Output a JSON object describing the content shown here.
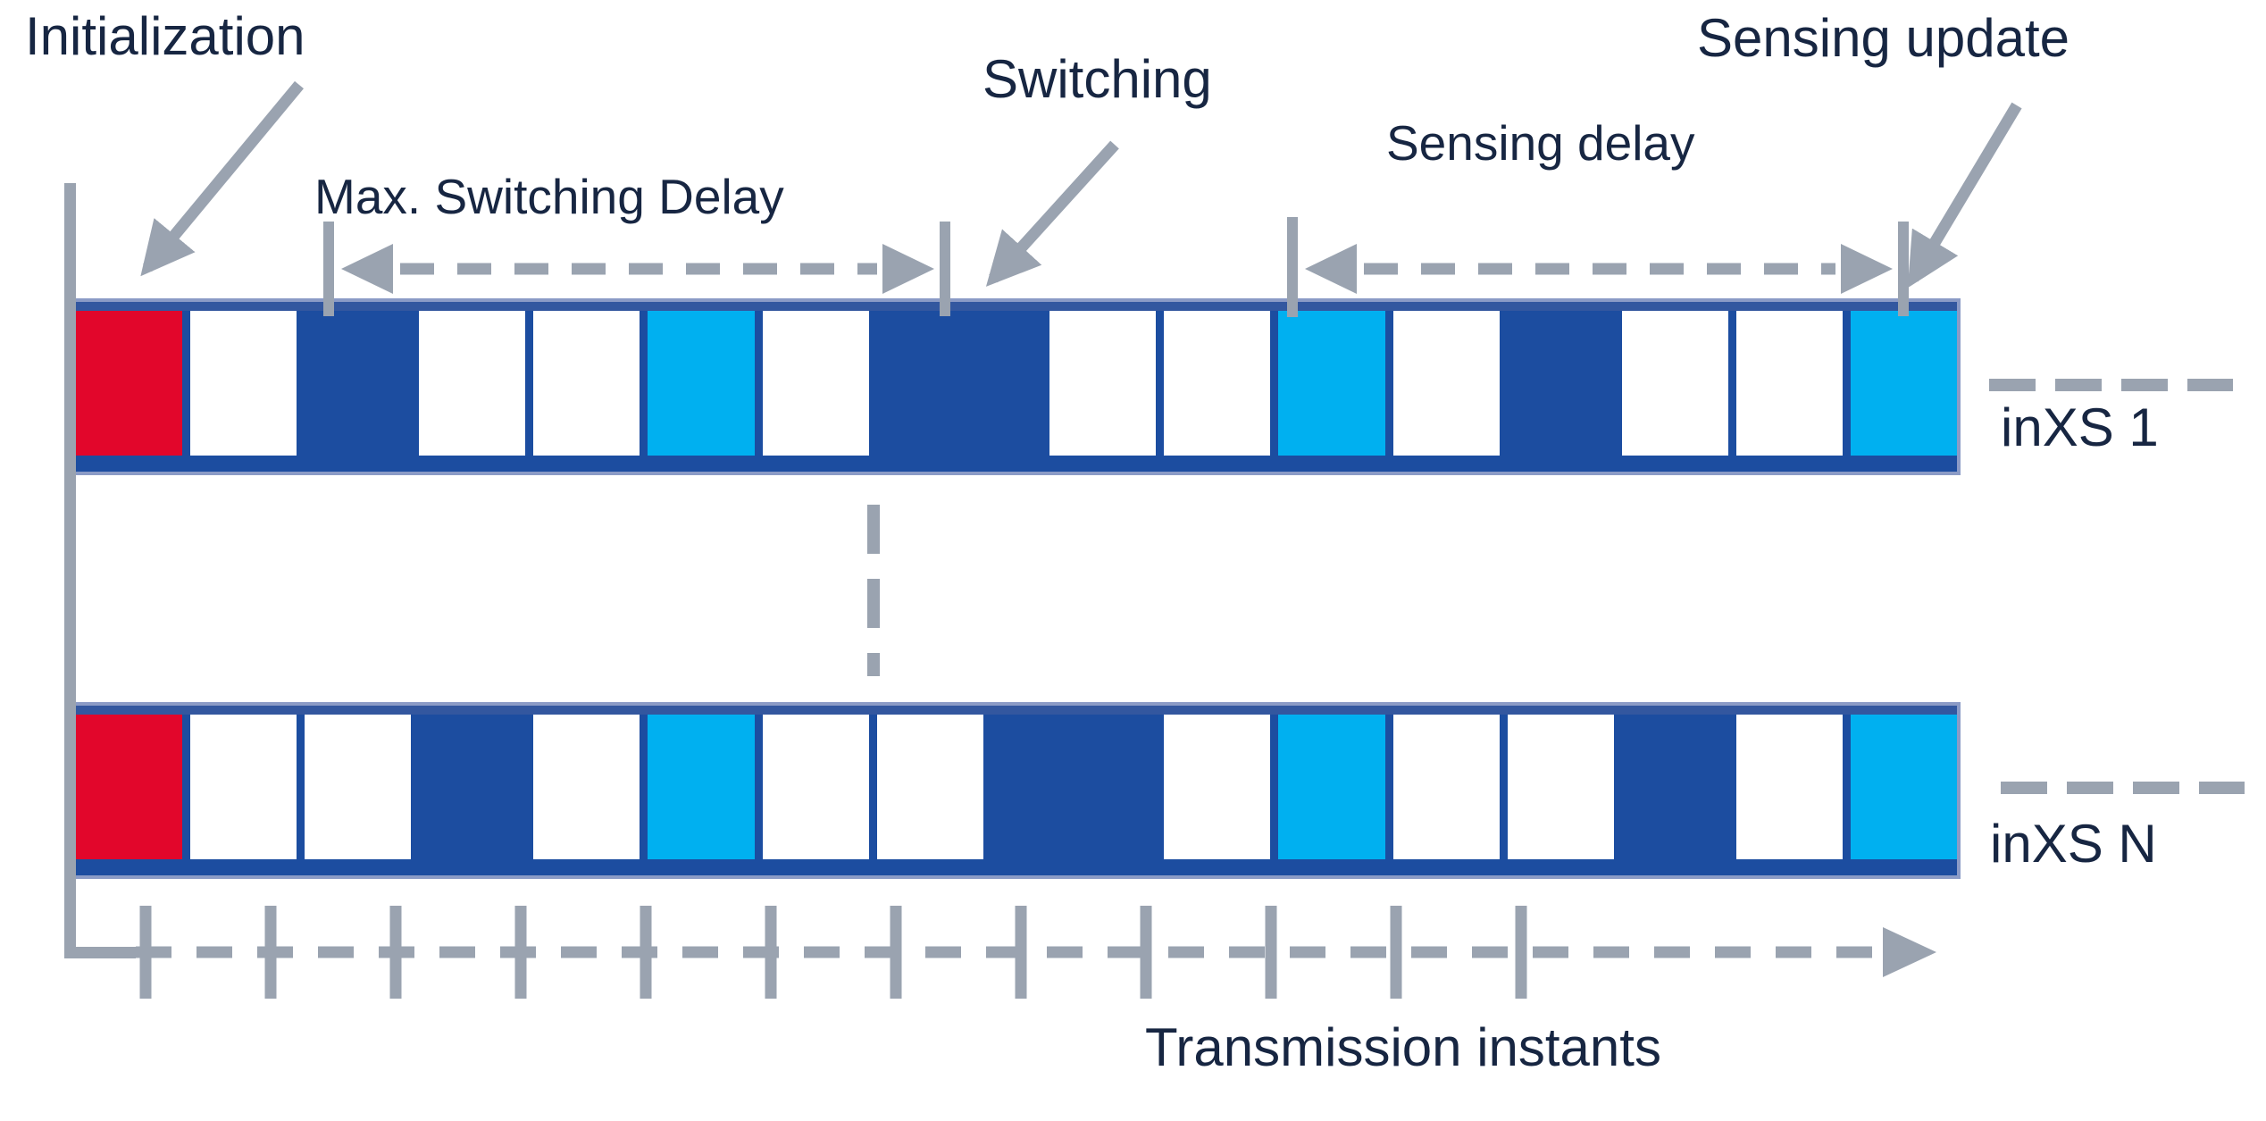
{
  "diagram": {
    "annotations": {
      "initialization": "Initialization",
      "max_switching_delay": "Max. Switching Delay",
      "switching": "Switching",
      "sensing_delay": "Sensing delay",
      "sensing_update": "Sensing update"
    },
    "axis_label": "Transmission instants",
    "rows": [
      {
        "label": "inXS 1",
        "cells": [
          "initialization",
          "empty",
          "transmission",
          "empty",
          "empty",
          "sensing",
          "empty",
          "switching",
          "empty",
          "empty",
          "sensing",
          "empty",
          "transmission",
          "empty",
          "empty",
          "sensing"
        ]
      },
      {
        "label": "inXS N",
        "cells": [
          "initialization",
          "empty",
          "empty",
          "transmission",
          "empty",
          "sensing",
          "empty",
          "empty",
          "switching",
          "empty",
          "sensing",
          "empty",
          "empty",
          "transmission",
          "empty",
          "sensing"
        ]
      }
    ],
    "cell_types": {
      "initialization": {
        "color": "#e2062b",
        "wide": false
      },
      "transmission": {
        "color": "#1c4da0",
        "wide": false
      },
      "sensing": {
        "color": "#00b0f0",
        "wide": false
      },
      "switching": {
        "color": "#1c4da0",
        "wide": true
      },
      "empty": {
        "color": "#ffffff",
        "wide": false
      }
    },
    "colors": {
      "dark_blue": "#1c4da0",
      "cyan": "#00b0f0",
      "red": "#e2062b",
      "gray": "#9aa3b0",
      "navy_text": "#172642"
    },
    "axis": {
      "tick_count": 12
    }
  }
}
